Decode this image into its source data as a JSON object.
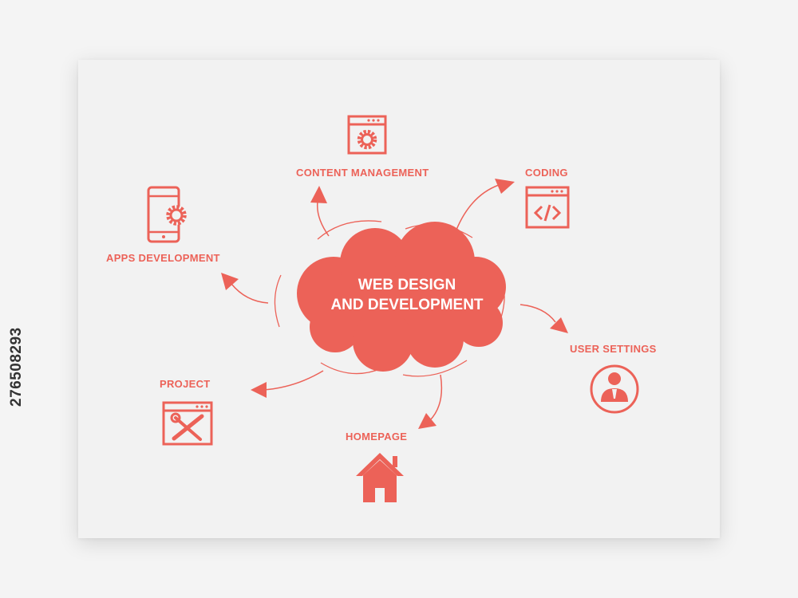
{
  "colors": {
    "accent": "#ec6258",
    "page_bg": "#f4f4f4",
    "card_bg": "#f2f2f2",
    "text_on_accent": "#ffffff"
  },
  "center": {
    "line1": "WEB DESIGN",
    "line2": "AND DEVELOPMENT"
  },
  "nodes": {
    "content_management": {
      "label": "CONTENT MANAGEMENT",
      "icon": "gear-window-icon"
    },
    "coding": {
      "label": "CODING",
      "icon": "code-window-icon"
    },
    "apps_development": {
      "label": "APPS DEVELOPMENT",
      "icon": "phone-gear-icon"
    },
    "user_settings": {
      "label": "USER SETTINGS",
      "icon": "user-circle-icon"
    },
    "project": {
      "label": "PROJECT",
      "icon": "tools-window-icon"
    },
    "homepage": {
      "label": "HOMEPAGE",
      "icon": "house-icon"
    }
  },
  "side_text": "276508293"
}
